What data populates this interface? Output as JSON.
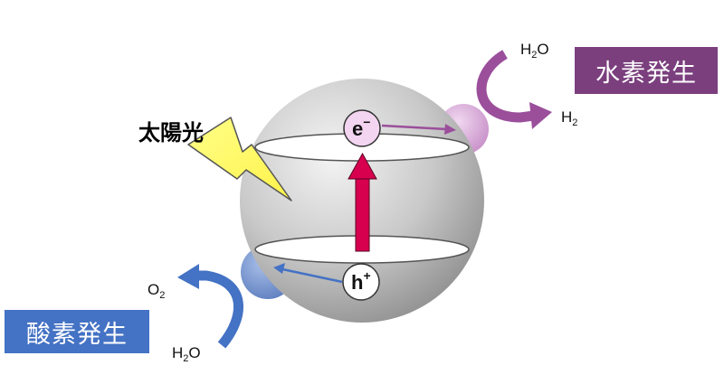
{
  "labels": {
    "hydrogen_generation": "水素発生",
    "oxygen_generation": "酸素発生",
    "sunlight": "太陽光"
  },
  "molecules": {
    "h2o_top": {
      "base": "H",
      "sub": "2",
      "tail": "O"
    },
    "h2": {
      "base": "H",
      "sub": "2"
    },
    "o2": {
      "base": "O",
      "sub": "2"
    },
    "h2o_bottom": {
      "base": "H",
      "sub": "2",
      "tail": "O"
    }
  },
  "carriers": {
    "electron": {
      "base": "e",
      "sup": "−"
    },
    "hole": {
      "base": "h",
      "sup": "+"
    }
  },
  "colors": {
    "hydrogen": "#7b3f7e",
    "hydrogen_arrow": "#9b4f9b",
    "oxygen": "#4472c4",
    "excitation_arrow": "#d6004f",
    "sunlight": "#ffff66"
  }
}
